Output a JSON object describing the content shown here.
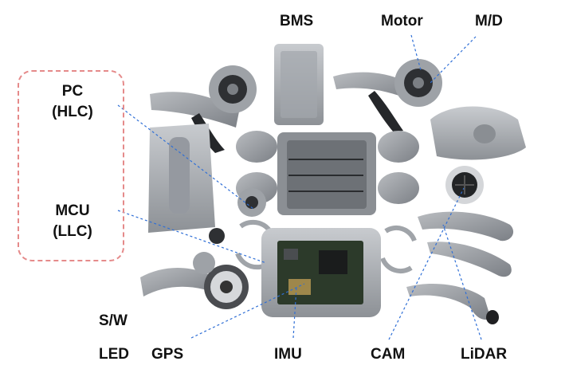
{
  "labels": {
    "bms": "BMS",
    "motor": "Motor",
    "md": "M/D",
    "pc": "PC",
    "hlc": "(HLC)",
    "mcu": "MCU",
    "llc": "(LLC)",
    "sw": "S/W",
    "led": "LED",
    "gps": "GPS",
    "imu": "IMU",
    "cam": "CAM",
    "lidar": "LiDAR"
  },
  "colors": {
    "leader_line": "#2f6fd6",
    "dashed_box": "#e58a8a",
    "part_gray": "#a9adb2",
    "part_dark": "#3a3c40",
    "board_green": "#2c3a2a"
  }
}
